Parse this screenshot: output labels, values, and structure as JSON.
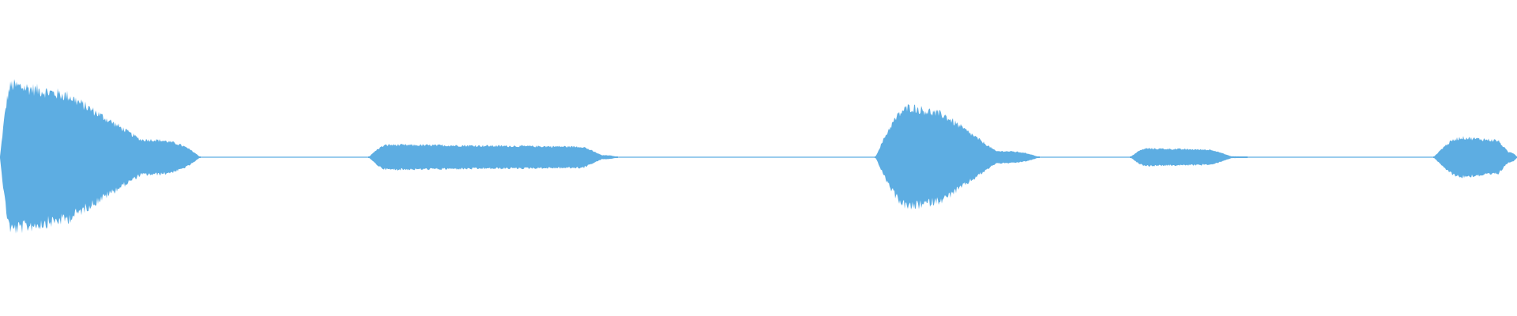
{
  "waveform": {
    "color": "#5dade2",
    "background": "#ffffff",
    "baseline_amplitude": 0.01,
    "segments": [
      {
        "start": 0.0,
        "end": 0.132,
        "peak": 1.0,
        "rise": 0.06,
        "sustain": 0.3,
        "tail_level": 0.24
      },
      {
        "start": 0.243,
        "end": 0.407,
        "peak": 0.17,
        "rise": 0.08,
        "sustain": 0.85,
        "tail_level": 0.16
      },
      {
        "start": 0.577,
        "end": 0.685,
        "peak": 0.69,
        "rise": 0.22,
        "sustain": 0.25,
        "tail_level": 0.12
      },
      {
        "start": 0.745,
        "end": 0.822,
        "peak": 0.12,
        "rise": 0.15,
        "sustain": 0.65,
        "tail_level": 0.1
      },
      {
        "start": 0.945,
        "end": 1.0,
        "peak": 0.27,
        "rise": 0.35,
        "sustain": 0.65,
        "tail_level": 0.25
      }
    ]
  }
}
